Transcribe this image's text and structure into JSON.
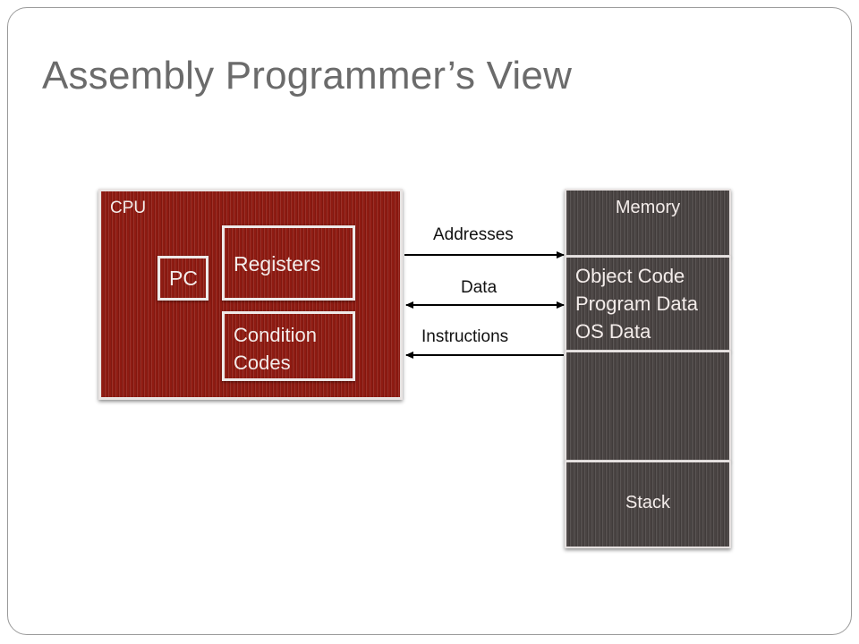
{
  "slide": {
    "title": "Assembly Programmer’s View"
  },
  "cpu": {
    "label": "CPU",
    "pc_label": "PC",
    "registers_label": "Registers",
    "condition_codes_line1": "Condition",
    "condition_codes_line2": "Codes"
  },
  "memory": {
    "label": "Memory",
    "code_lines": [
      "Object Code",
      "Program Data",
      "OS Data"
    ],
    "stack_label": "Stack"
  },
  "connections": {
    "addresses": "Addresses",
    "data": "Data",
    "instructions": "Instructions"
  },
  "colors": {
    "cpu_fill": "#8f1b12",
    "memory_fill": "#4a4443",
    "title_text": "#6b6b6b",
    "arrow": "#000000"
  }
}
